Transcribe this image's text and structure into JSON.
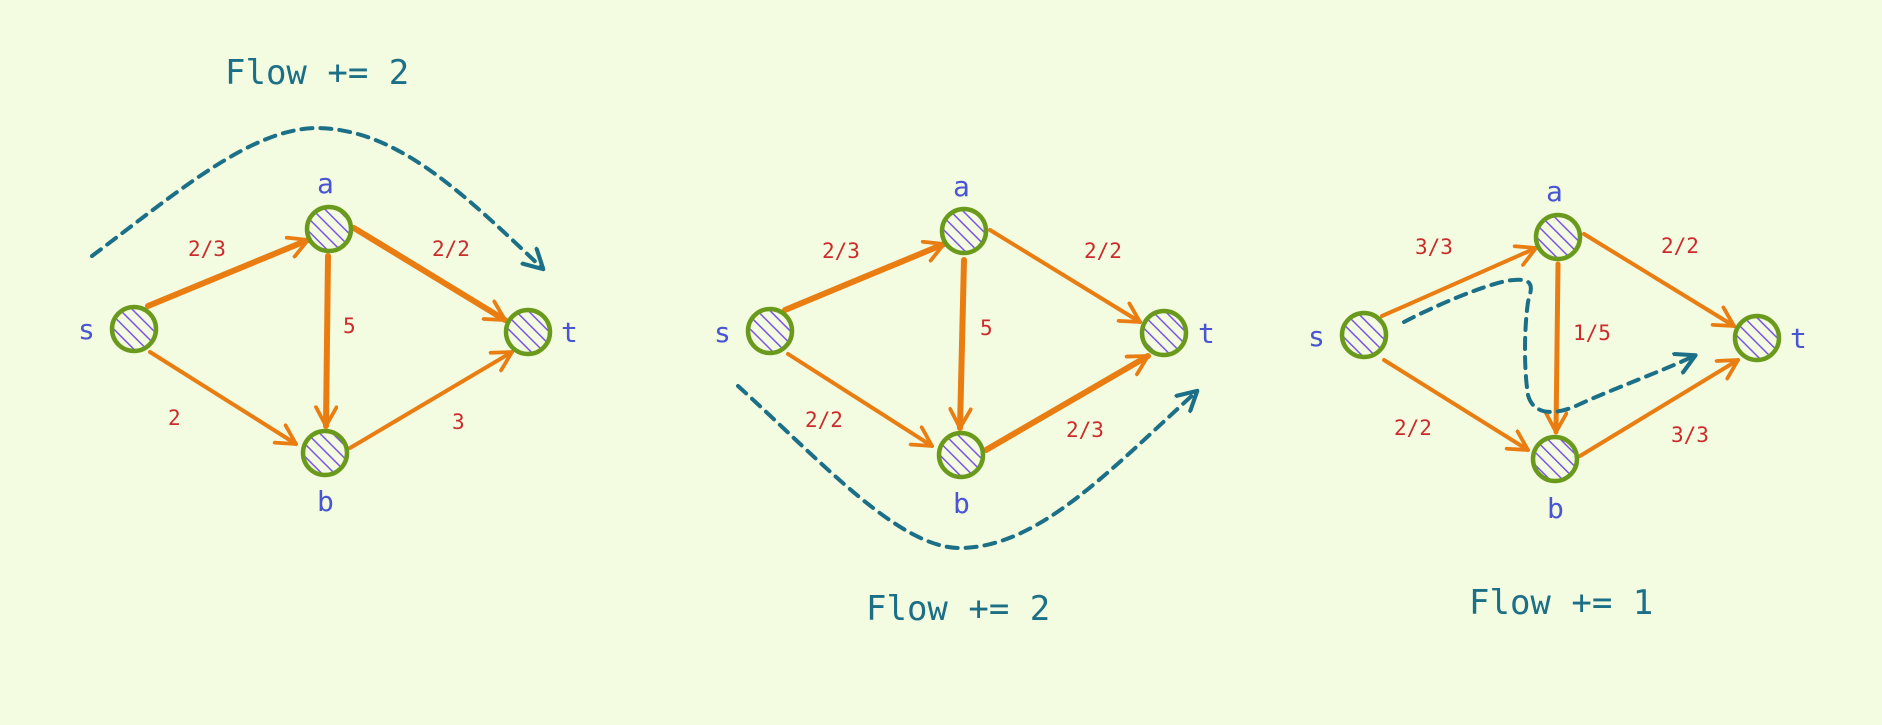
{
  "diagram": {
    "colors": {
      "background": "#f3fbe0",
      "edge": "#e97d12",
      "node_stroke": "#6a9a1c",
      "node_hatch": "#7b55e8",
      "node_label": "#4a55d4",
      "edge_label": "#cc2b2b",
      "path": "#1b6f86"
    },
    "panels": [
      {
        "id": "panel-1",
        "caption": "Flow += 2",
        "nodes": [
          {
            "id": "s",
            "label": "s"
          },
          {
            "id": "a",
            "label": "a"
          },
          {
            "id": "b",
            "label": "b"
          },
          {
            "id": "t",
            "label": "t"
          }
        ],
        "edges": [
          {
            "from": "s",
            "to": "a",
            "label": "2/3"
          },
          {
            "from": "s",
            "to": "b",
            "label": "2"
          },
          {
            "from": "a",
            "to": "b",
            "label": "5"
          },
          {
            "from": "a",
            "to": "t",
            "label": "2/2"
          },
          {
            "from": "b",
            "to": "t",
            "label": "3"
          }
        ],
        "augmenting_path": [
          "s",
          "a",
          "t"
        ]
      },
      {
        "id": "panel-2",
        "caption": "Flow += 2",
        "nodes": [
          {
            "id": "s",
            "label": "s"
          },
          {
            "id": "a",
            "label": "a"
          },
          {
            "id": "b",
            "label": "b"
          },
          {
            "id": "t",
            "label": "t"
          }
        ],
        "edges": [
          {
            "from": "s",
            "to": "a",
            "label": "2/3"
          },
          {
            "from": "s",
            "to": "b",
            "label": "2/2"
          },
          {
            "from": "a",
            "to": "b",
            "label": "5"
          },
          {
            "from": "a",
            "to": "t",
            "label": "2/2"
          },
          {
            "from": "b",
            "to": "t",
            "label": "2/3"
          }
        ],
        "augmenting_path": [
          "s",
          "b",
          "t"
        ]
      },
      {
        "id": "panel-3",
        "caption": "Flow += 1",
        "nodes": [
          {
            "id": "s",
            "label": "s"
          },
          {
            "id": "a",
            "label": "a"
          },
          {
            "id": "b",
            "label": "b"
          },
          {
            "id": "t",
            "label": "t"
          }
        ],
        "edges": [
          {
            "from": "s",
            "to": "a",
            "label": "3/3"
          },
          {
            "from": "s",
            "to": "b",
            "label": "2/2"
          },
          {
            "from": "a",
            "to": "b",
            "label": "1/5"
          },
          {
            "from": "a",
            "to": "t",
            "label": "2/2"
          },
          {
            "from": "b",
            "to": "t",
            "label": "3/3"
          }
        ],
        "augmenting_path": [
          "s",
          "a",
          "b",
          "t"
        ]
      }
    ]
  }
}
